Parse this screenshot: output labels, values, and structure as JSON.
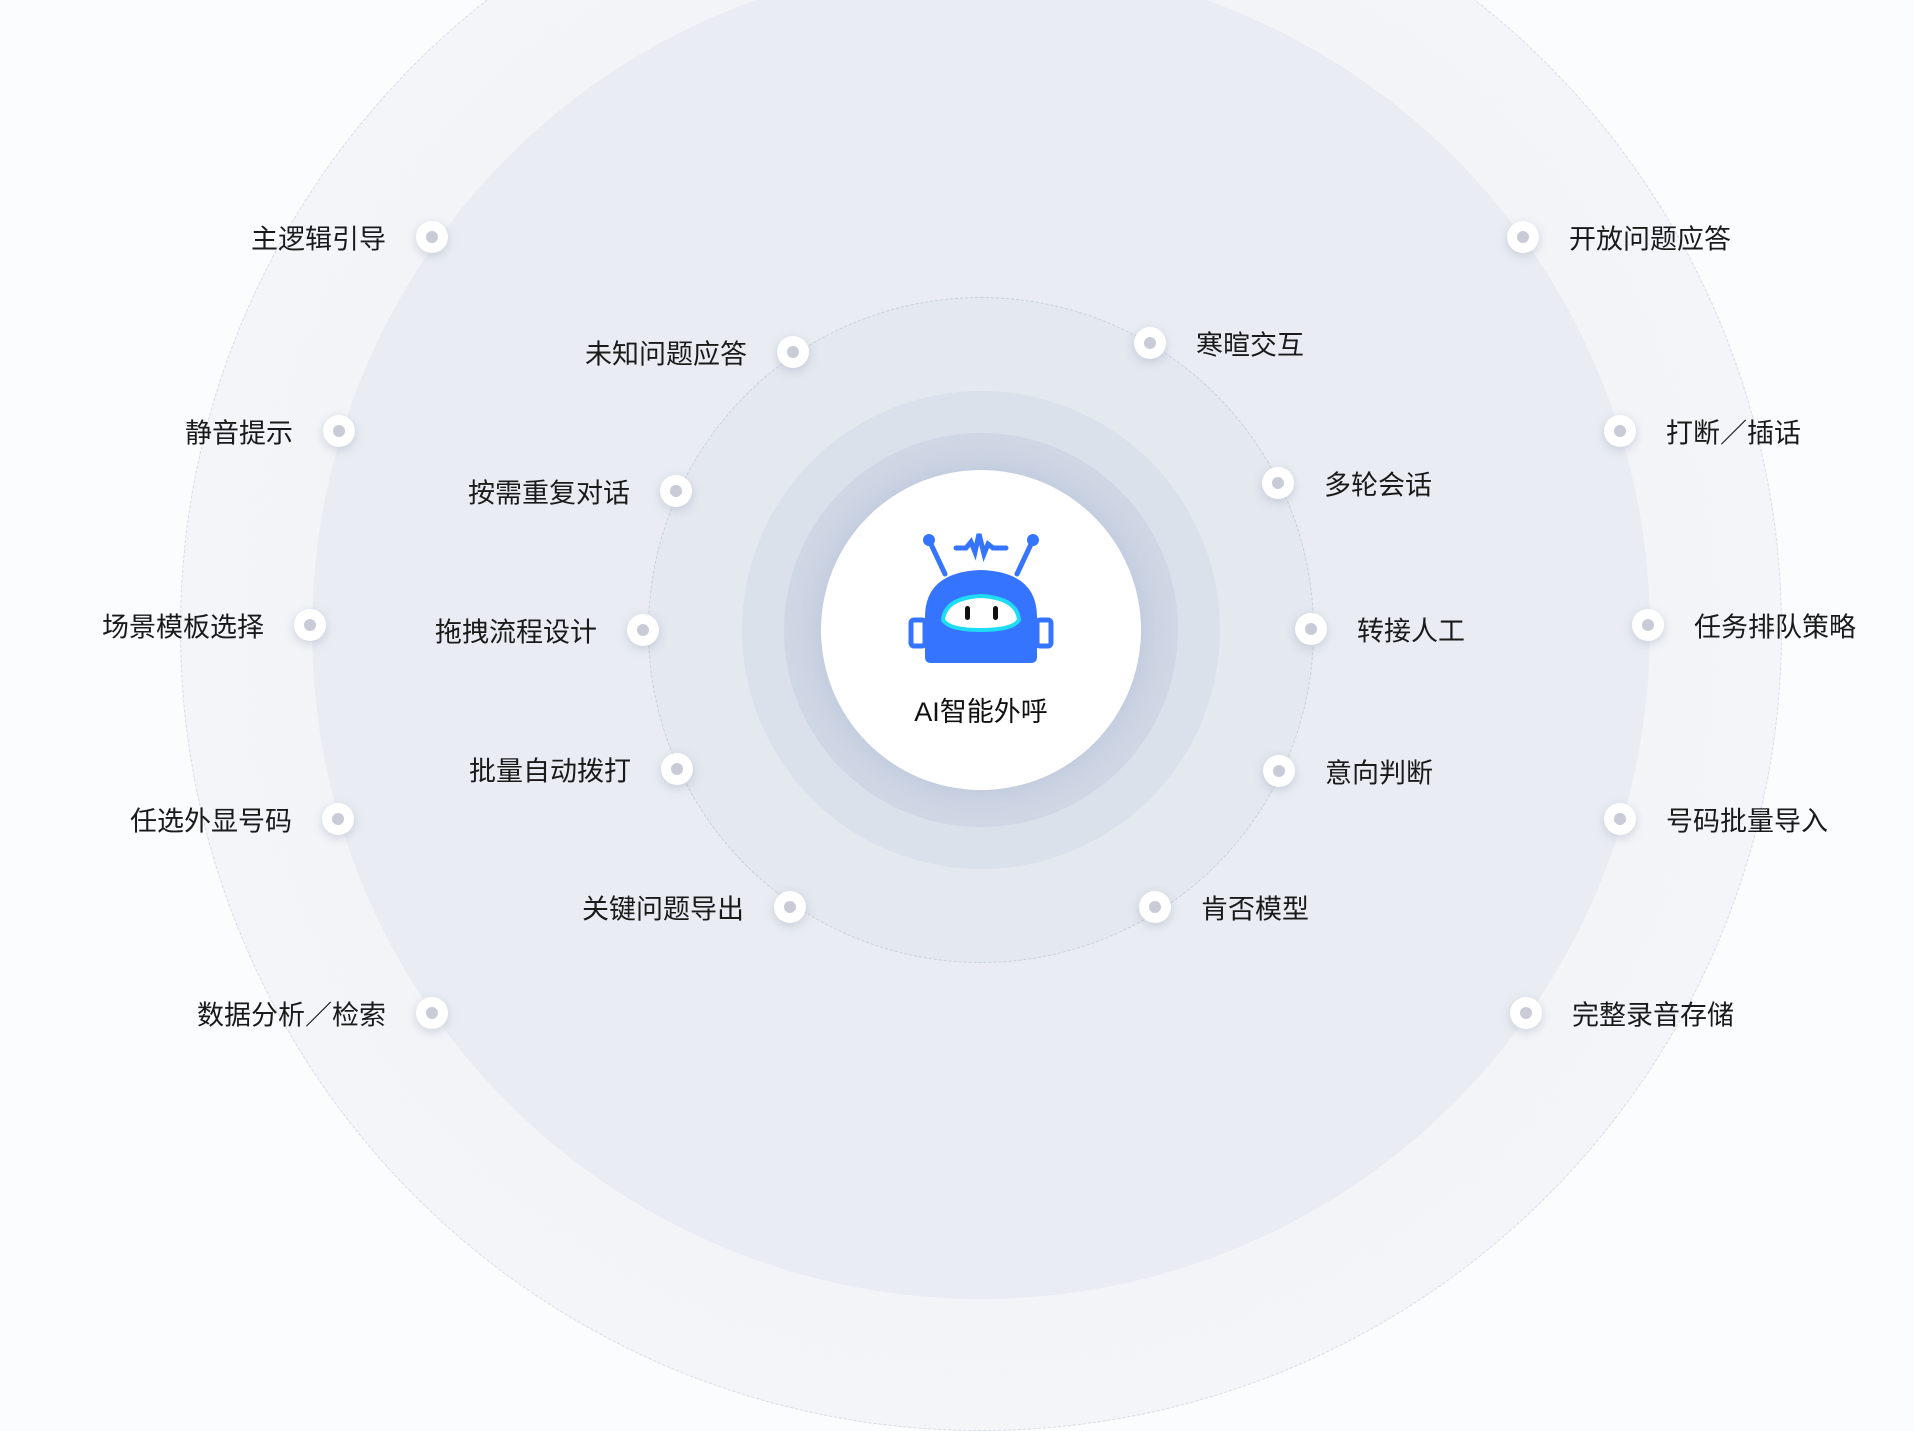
{
  "center": {
    "title": "AI智能外呼",
    "icon": "robot-icon",
    "accent": "#3574ff"
  },
  "features": [
    {
      "label": "主逻辑引导"
    },
    {
      "label": "未知问题应答"
    },
    {
      "label": "静音提示"
    },
    {
      "label": "按需重复对话"
    },
    {
      "label": "场景模板选择"
    },
    {
      "label": "拖拽流程设计"
    },
    {
      "label": "批量自动拨打"
    },
    {
      "label": "任选外显号码"
    },
    {
      "label": "关键问题导出"
    },
    {
      "label": "数据分析／检索"
    },
    {
      "label": "开放问题应答"
    },
    {
      "label": "寒暄交互"
    },
    {
      "label": "打断／插话"
    },
    {
      "label": "多轮会话"
    },
    {
      "label": "任务排队策略"
    },
    {
      "label": "转接人工"
    },
    {
      "label": "意向判断"
    },
    {
      "label": "号码批量导入"
    },
    {
      "label": "肯否模型"
    },
    {
      "label": "完整录音存储"
    }
  ]
}
